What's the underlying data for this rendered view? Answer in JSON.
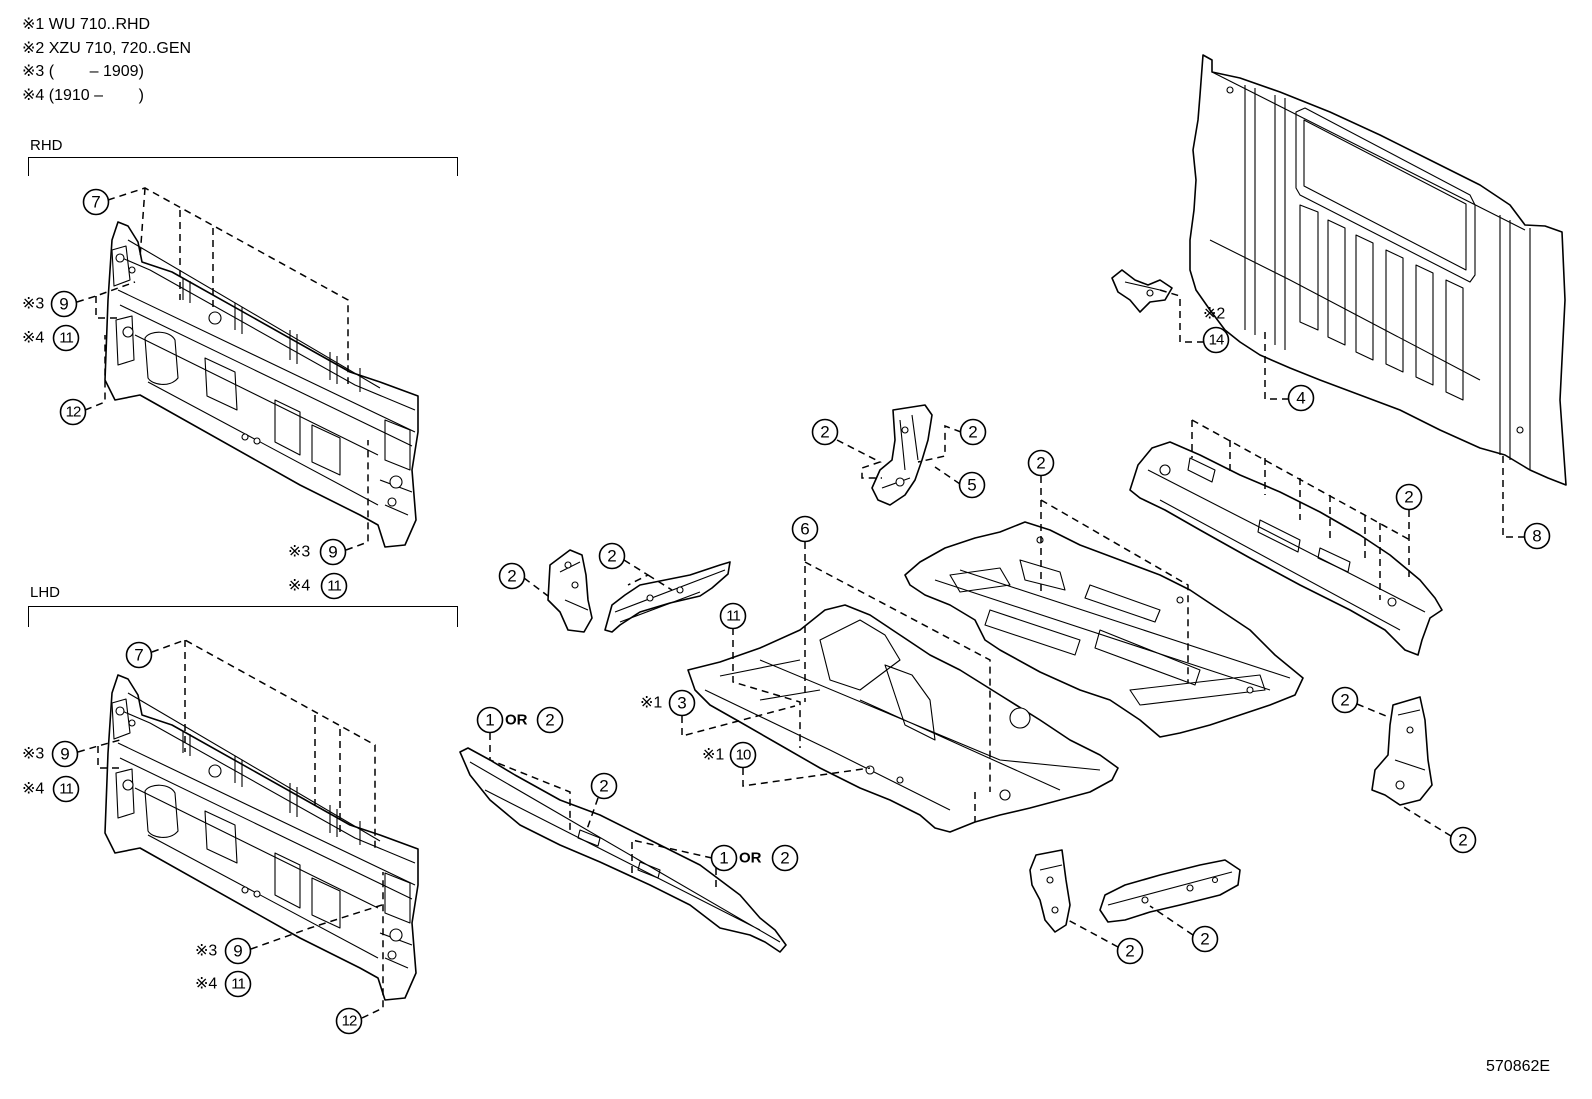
{
  "notes": [
    "※1 WU 710..RHD",
    "※2 XZU 710, 720..GEN",
    "※3 (        – 1909)",
    "※4 (1910 –        )"
  ],
  "rhd": {
    "label": "RHD",
    "callouts": [
      {
        "num": "7"
      },
      {
        "prefix": "※3",
        "num": "9"
      },
      {
        "prefix": "※4",
        "num": "11"
      },
      {
        "num": "12"
      },
      {
        "prefix": "※3",
        "num": "9"
      },
      {
        "prefix": "※4",
        "num": "11"
      }
    ]
  },
  "lhd": {
    "label": "LHD",
    "callouts": [
      {
        "num": "7"
      },
      {
        "prefix": "※3",
        "num": "9"
      },
      {
        "prefix": "※4",
        "num": "11"
      },
      {
        "prefix": "※3",
        "num": "9"
      },
      {
        "prefix": "※4",
        "num": "11"
      },
      {
        "num": "12"
      }
    ]
  },
  "main": {
    "callouts": [
      {
        "num": "2"
      },
      {
        "num": "2"
      },
      {
        "num": "11"
      },
      {
        "prefix": "※1",
        "num": "3"
      },
      {
        "prefix": "※1",
        "num": "10"
      },
      {
        "num": "1",
        "joiner": "OR",
        "alt": "2"
      },
      {
        "num": "2"
      },
      {
        "num": "1",
        "joiner": "OR",
        "alt": "2"
      },
      {
        "num": "6"
      },
      {
        "num": "2"
      },
      {
        "num": "2"
      },
      {
        "num": "5"
      },
      {
        "num": "2"
      },
      {
        "num": "2"
      },
      {
        "num": "8"
      },
      {
        "num": "4"
      },
      {
        "prefix": "※2",
        "num": "14"
      },
      {
        "num": "2"
      },
      {
        "num": "2"
      },
      {
        "num": "2"
      },
      {
        "num": "2"
      }
    ]
  },
  "figure_code": "570862E",
  "colors": {
    "line": "#000000",
    "background": "#ffffff"
  }
}
